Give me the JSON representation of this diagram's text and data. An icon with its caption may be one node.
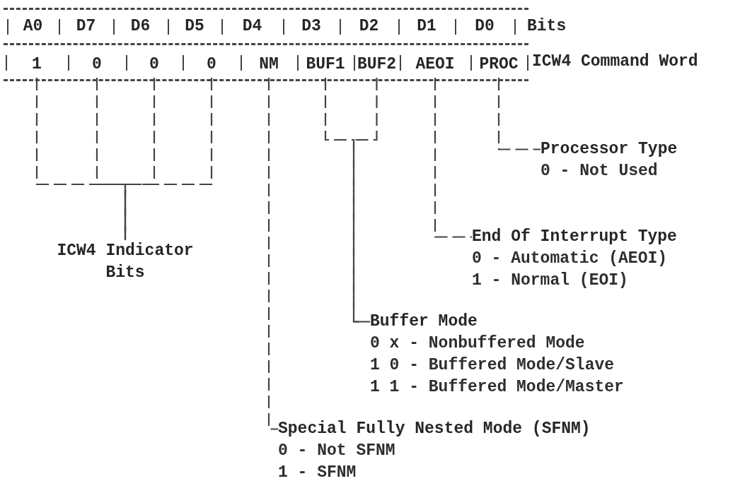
{
  "diagram": {
    "nodes": [
      {
        "text": [
          "1"
        ]
      },
      {
        "text": [
          "0"
        ]
      },
      {
        "text": [
          "0"
        ]
      },
      {
        "text": [
          "0"
        ]
      },
      {
        "text": [
          "NM"
        ]
      },
      {
        "text": [
          "BUF1"
        ]
      },
      {
        "text": [
          "BUF2"
        ]
      },
      {
        "text": [
          "AEOI"
        ]
      },
      {
        "text": [
          "PROC"
        ]
      },
      {
        "text": [
          "ICW4 Indicator Bits"
        ]
      },
      {
        "text": [
          "Processor Type",
          "0 - Not Used"
        ]
      },
      {
        "text": [
          "End Of Interrupt Type",
          "0 - Automatic (AEOI)",
          "1 - Normal (EOI)"
        ]
      },
      {
        "text": [
          "Buffer Mode",
          "0 x - Nonbuffered Mode",
          "1 0 - Buffered Mode/Slave",
          "1 1 - Buffered Mode/Master"
        ]
      },
      {
        "text": [
          "Special Fully Nested Mode (SFNM)",
          "0 - Not SFNM",
          "1 - SFNM"
        ]
      }
    ],
    "edges": [
      {
        "from": 0,
        "to": 9,
        "arrow": "none"
      },
      {
        "from": 1,
        "to": 9,
        "arrow": "none"
      },
      {
        "from": 2,
        "to": 9,
        "arrow": "none"
      },
      {
        "from": 3,
        "to": 9,
        "arrow": "none"
      },
      {
        "from": 4,
        "to": 13,
        "arrow": "none"
      },
      {
        "from": 5,
        "to": 12,
        "arrow": "none"
      },
      {
        "from": 6,
        "to": 12,
        "arrow": "none"
      },
      {
        "from": 7,
        "to": 11,
        "arrow": "none"
      },
      {
        "from": 8,
        "to": 10,
        "arrow": "none"
      }
    ],
    "labels": [
      "A0",
      "D7",
      "D6",
      "D5",
      "D4",
      "D3",
      "D2",
      "D1",
      "D0",
      "Bits",
      "ICW4 Command Word"
    ]
  }
}
